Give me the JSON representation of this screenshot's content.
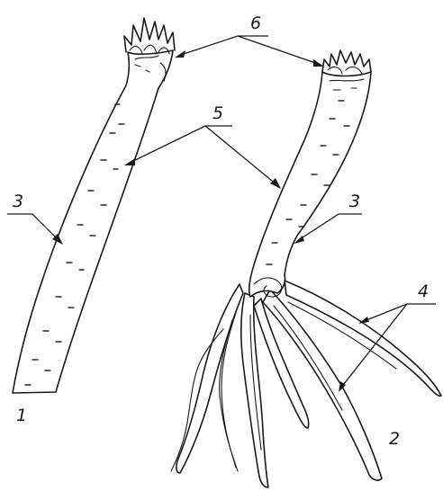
{
  "figure": {
    "labels": {
      "specimen_1": "1",
      "specimen_2": "2",
      "part_3_left": "3",
      "part_3_right": "3",
      "part_4": "4",
      "part_5": "5",
      "part_6": "6"
    }
  }
}
